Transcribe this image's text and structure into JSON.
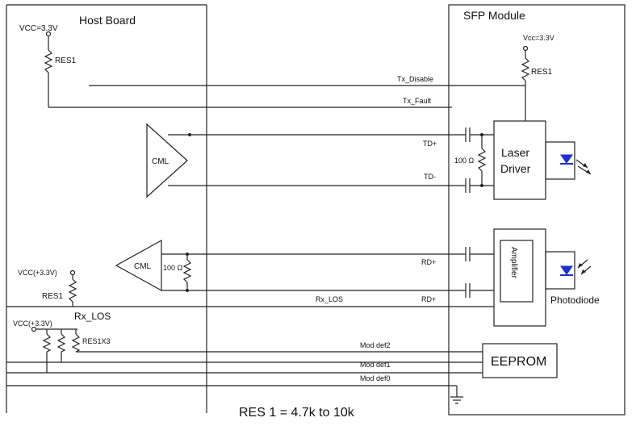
{
  "host": {
    "title": "Host Board",
    "vcc_top": "VCC=3.3V",
    "res_top": "RES1",
    "cml_tx": "CML",
    "cml_rx": "CML",
    "vcc_rx": "VCC(+3.3V)",
    "res_rx": "RES1",
    "rx_los": "Rx_LOS",
    "vcc_mod": "VCC(+3.3V)",
    "res_mod": "RES1X3",
    "r_rx": "100 Ω"
  },
  "module": {
    "title": "SFP Module",
    "vcc": "Vcc=3.3V",
    "res": "RES1",
    "laser_driver_line1": "Laser",
    "laser_driver_line2": "Driver",
    "amplifier": "Amplifier",
    "photodiode": "Photodiode",
    "eeprom": "EEPROM",
    "r_tx": "100 Ω"
  },
  "signals": {
    "tx_disable": "Tx_Disable",
    "tx_fault": "Tx_Fault",
    "td_plus": "TD+",
    "td_minus": "TD-",
    "rd_plus_1": "RD+",
    "rd_plus_2": "RD+",
    "rx_los": "Rx_LOS",
    "mod_def2": "Mod def2",
    "mod_def1": "Mod def1",
    "mod_def0": "Mod def0"
  },
  "footer": {
    "note": "RES 1 = 4.7k to 10k"
  }
}
